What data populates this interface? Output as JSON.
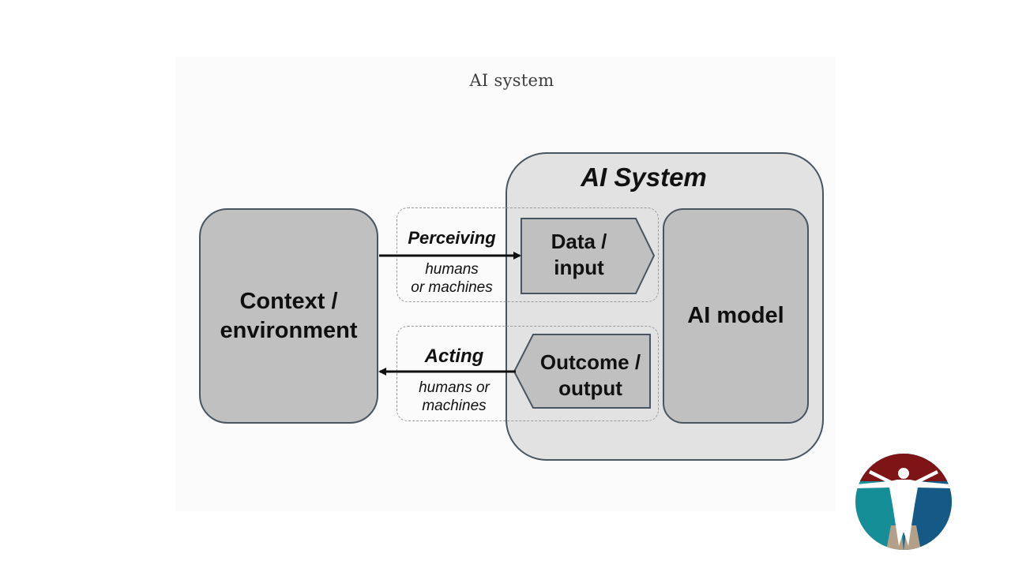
{
  "slide": {
    "title": "AI system"
  },
  "diagram": {
    "system_label": "AI System",
    "context_label": "Context / environment",
    "model_label": "AI model",
    "input_label": "Data / input",
    "output_label": "Outcome / output",
    "perceiving": {
      "verb": "Perceiving",
      "line1": "humans",
      "line2": "or machines"
    },
    "acting": {
      "verb": "Acting",
      "line1": "humans or",
      "line2": "machines"
    }
  },
  "colors": {
    "box_fill": "#c0c0c0",
    "system_fill": "#e2e2e2",
    "border": "#4a5562",
    "logo_red": "#7f1416",
    "logo_teal": "#168e97",
    "logo_blue": "#155a86",
    "logo_tan": "#b4a089"
  },
  "icons": {
    "logo": "vitruvian-man-logo"
  }
}
